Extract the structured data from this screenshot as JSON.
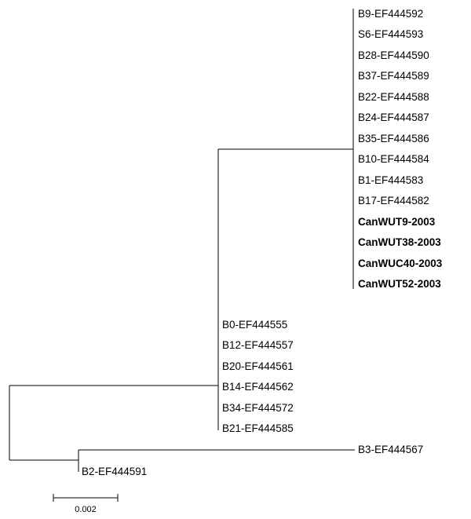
{
  "tree": {
    "clades": [
      {
        "id": "cladeA",
        "taxa": [
          {
            "label": "B9-EF444592",
            "bold": false
          },
          {
            "label": "S6-EF444593",
            "bold": false
          },
          {
            "label": "B28-EF444590",
            "bold": false
          },
          {
            "label": "B37-EF444589",
            "bold": false
          },
          {
            "label": "B22-EF444588",
            "bold": false
          },
          {
            "label": "B24-EF444587",
            "bold": false
          },
          {
            "label": "B35-EF444586",
            "bold": false
          },
          {
            "label": "B10-EF444584",
            "bold": false
          },
          {
            "label": "B1-EF444583",
            "bold": false
          },
          {
            "label": "B17-EF444582",
            "bold": false
          },
          {
            "label": "CanWUT9-2003",
            "bold": true
          },
          {
            "label": "CanWUT38-2003",
            "bold": true
          },
          {
            "label": "CanWUC40-2003",
            "bold": true
          },
          {
            "label": "CanWUT52-2003",
            "bold": true
          }
        ]
      },
      {
        "id": "cladeB",
        "taxa": [
          {
            "label": "B0-EF444555",
            "bold": false
          },
          {
            "label": "B12-EF444557",
            "bold": false
          },
          {
            "label": "B20-EF444561",
            "bold": false
          },
          {
            "label": "B14-EF444562",
            "bold": false
          },
          {
            "label": "B34-EF444572",
            "bold": false
          },
          {
            "label": "B21-EF444585",
            "bold": false
          }
        ]
      }
    ],
    "outgroup": {
      "long_taxon": "B3-EF444567",
      "short_taxon": "B2-EF444591"
    },
    "scale_bar": {
      "label": "0.002",
      "value": 0.002
    },
    "line_color": "#000000"
  }
}
